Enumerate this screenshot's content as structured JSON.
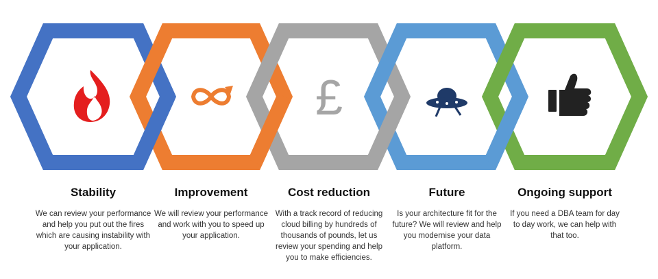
{
  "colors": {
    "stability": "#4472c4",
    "improvement": "#ed7d31",
    "cost": "#a5a5a5",
    "future": "#5b9bd5",
    "support": "#70ad47",
    "fire": "#e41e1e",
    "infinity": "#ed7d31",
    "pound": "#a5a5a5",
    "ufo": "#1f3a68",
    "thumb": "#222222"
  },
  "items": [
    {
      "title": "Stability",
      "icon": "fire-icon",
      "text": "We can review your performance and help you put out the fires which are causing instability with your application."
    },
    {
      "title": "Improvement",
      "icon": "infinity-icon",
      "text": "We will review your performance and work with you to speed up your application."
    },
    {
      "title": "Cost reduction",
      "icon": "pound-icon",
      "text": "With a track record of reducing cloud billing by hundreds of thousands of pounds, let us review your spending and help you to make efficiencies."
    },
    {
      "title": "Future",
      "icon": "ufo-icon",
      "text": "Is your architecture fit for the future? We will review and help you modernise your data platform."
    },
    {
      "title": "Ongoing support",
      "icon": "thumbs-up-icon",
      "text": "If you need a DBA team for day to day work, we can help with that too."
    }
  ]
}
